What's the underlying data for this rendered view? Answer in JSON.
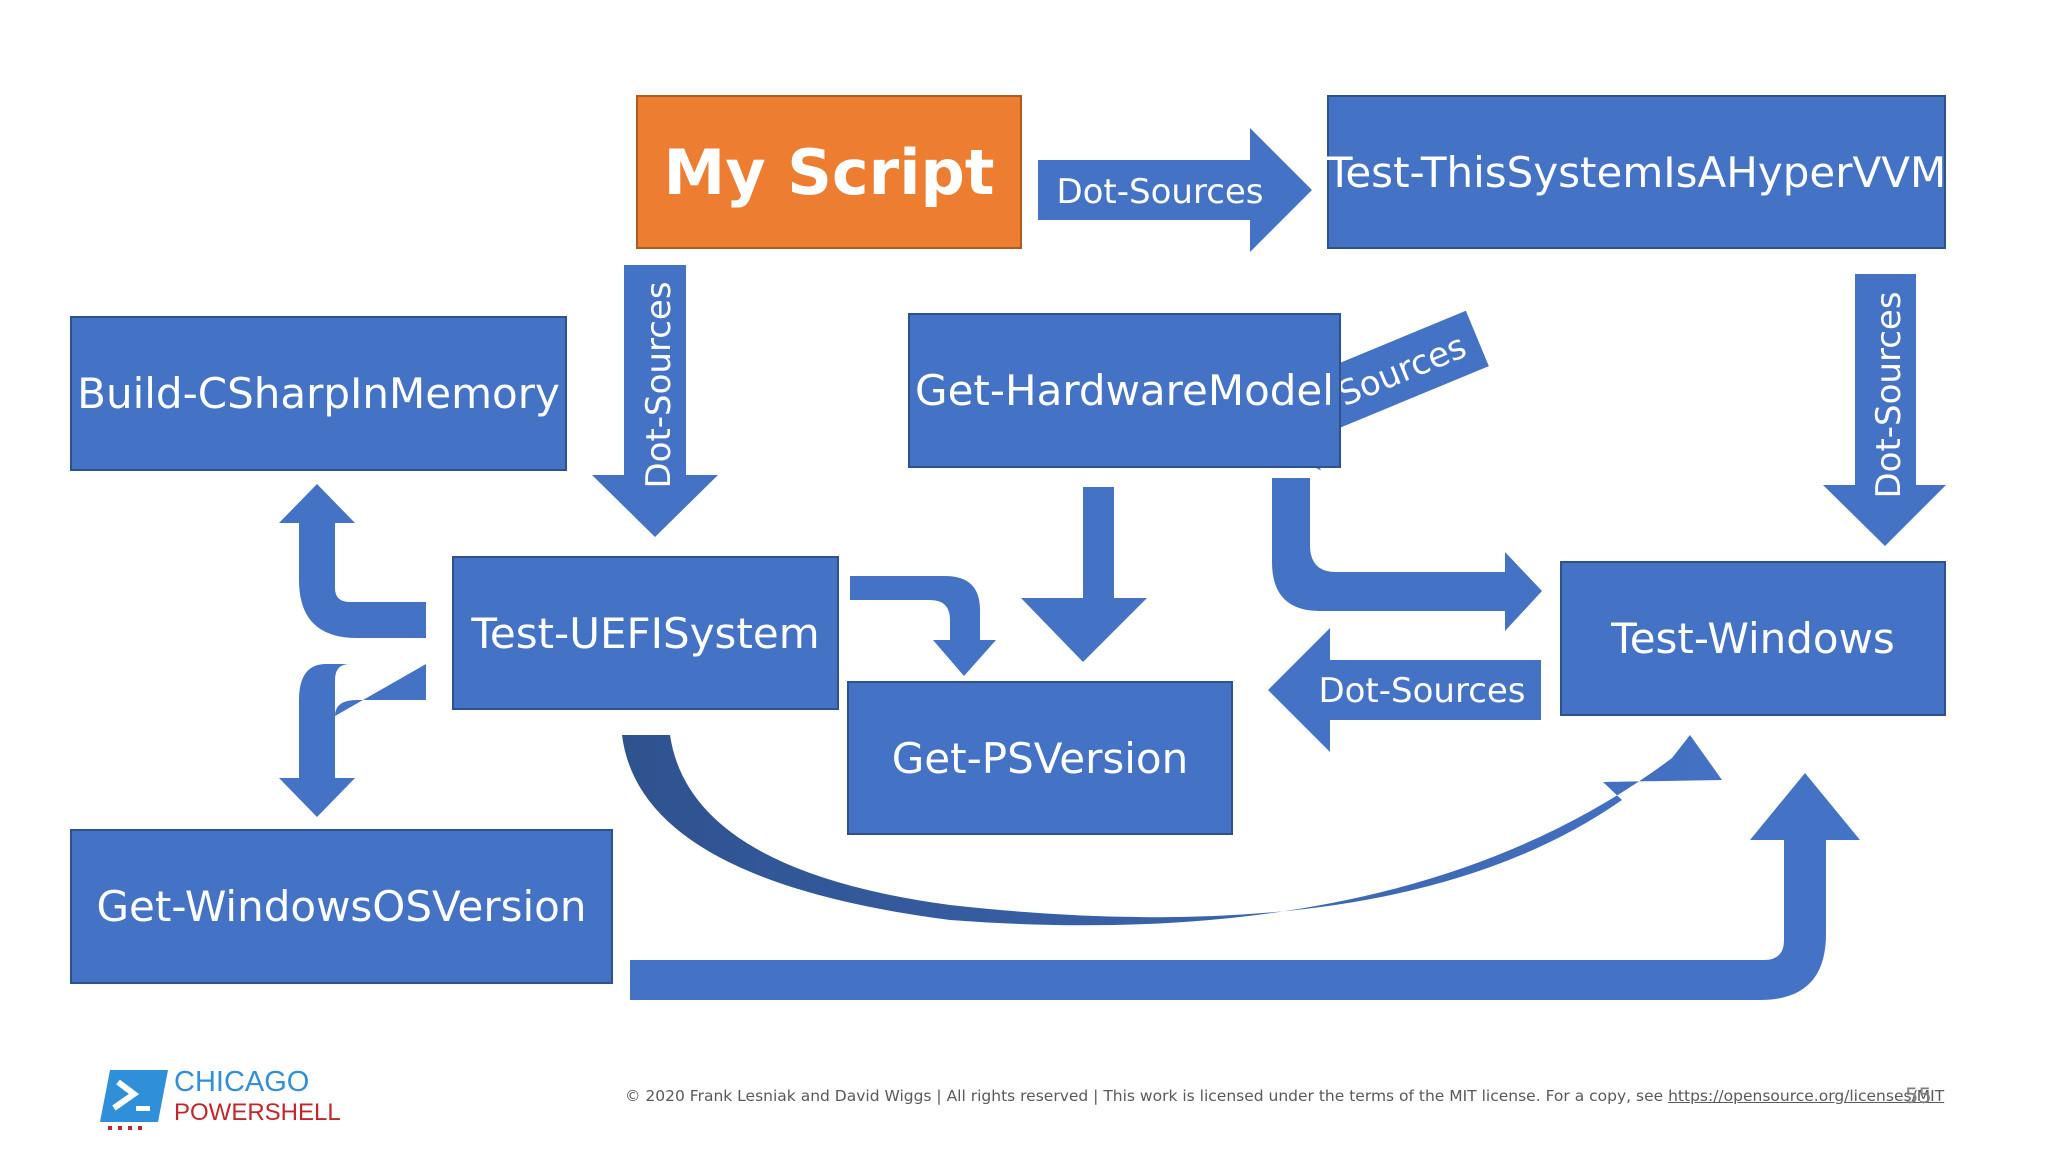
{
  "nodes": {
    "my_script": "My Script",
    "hypervvm": "Test-ThisSystemIsAHyperVVM",
    "build_csharp": "Build-CSharpInMemory",
    "hardware_model": "Get-HardwareModel",
    "uefi": "Test-UEFISystem",
    "windows": "Test-Windows",
    "psversion": "Get-PSVersion",
    "windows_os": "Get-WindowsOSVersion"
  },
  "edge_label": "Dot-Sources",
  "colors": {
    "node": "#4472c4",
    "node_border": "#2f528f",
    "highlight": "#ed7d31",
    "arrow": "#4472c4",
    "arrow_dark": "#2f528f"
  },
  "footer": {
    "text": "© 2020 Frank Lesniak and David Wiggs | All rights reserved | This work is licensed under the terms of the MIT license. For a copy, see ",
    "link": "https://opensource.org/licenses/MIT",
    "page_number": "55"
  },
  "logo": {
    "line1": "CHICAGO",
    "line2": "POWERSHELL",
    "icon": "powershell-prompt-icon"
  }
}
